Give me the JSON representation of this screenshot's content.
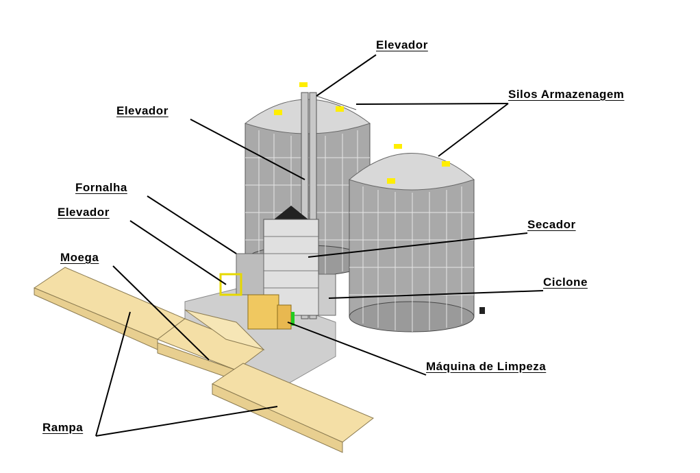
{
  "title": "Unidade de armazenagem de grãos",
  "labels": {
    "elevador_top": "Elevador",
    "silos": "Silos Armazenagem",
    "elevador_left": "Elevador",
    "fornalha": "Fornalha",
    "elevador_small": "Elevador",
    "moega": "Moega",
    "secador": "Secador",
    "ciclone": "Ciclone",
    "maquina": "Máquina de Limpeza",
    "rampa": "Rampa"
  },
  "colors": {
    "silo": "#a9a9a9",
    "roof": "#d8d8d8",
    "ramp": "#f4dfa6",
    "hatch": "#ffee00",
    "machine": "#f0c860"
  }
}
